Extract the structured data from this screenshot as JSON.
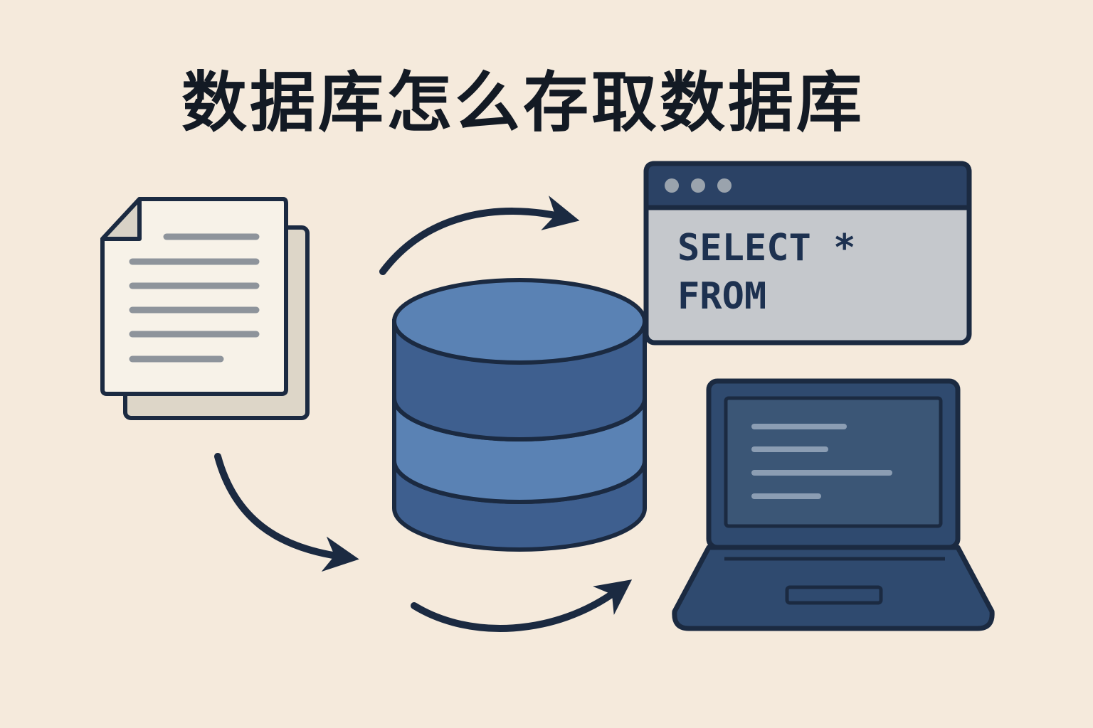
{
  "title": "数据库怎么存取数据库",
  "sql_window": {
    "line1": "SELECT *",
    "line2": "FROM"
  },
  "icons": [
    "document-icon",
    "database-icon",
    "sql-window-icon",
    "laptop-icon"
  ],
  "colors": {
    "background": "#f5eadc",
    "outline": "#1b2a41",
    "db_light": "#5a82b4",
    "db_dark": "#3e5f8f",
    "window_bar": "#2b4265",
    "window_body": "#c5c8cc",
    "laptop": "#2f4a6f",
    "screen": "#3b5676"
  }
}
